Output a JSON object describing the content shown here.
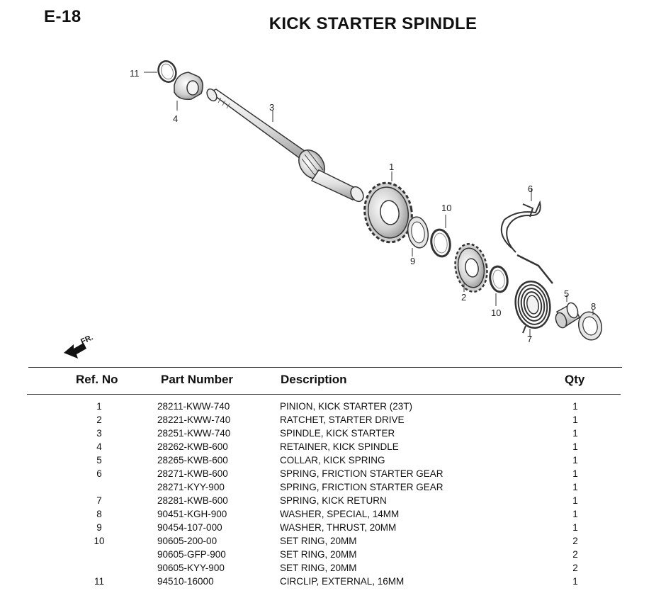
{
  "header": {
    "page_code": "E-18",
    "title": "KICK STARTER SPINDLE"
  },
  "diagram": {
    "callouts": [
      "11",
      "4",
      "3",
      "1",
      "10",
      "9",
      "2",
      "6",
      "10",
      "5",
      "8",
      "7"
    ],
    "direction_label": "FR."
  },
  "table": {
    "columns": {
      "ref": "Ref. No",
      "part": "Part Number",
      "desc": "Description",
      "qty": "Qty"
    },
    "rows": [
      {
        "ref": "1",
        "part": "28211-KWW-740",
        "desc": "PINION, KICK STARTER (23T)",
        "qty": "1"
      },
      {
        "ref": "2",
        "part": "28221-KWW-740",
        "desc": "RATCHET, STARTER DRIVE",
        "qty": "1"
      },
      {
        "ref": "3",
        "part": "28251-KWW-740",
        "desc": "SPINDLE, KICK STARTER",
        "qty": "1"
      },
      {
        "ref": "4",
        "part": "28262-KWB-600",
        "desc": "RETAINER, KICK SPINDLE",
        "qty": "1"
      },
      {
        "ref": "5",
        "part": "28265-KWB-600",
        "desc": "COLLAR, KICK SPRING",
        "qty": "1"
      },
      {
        "ref": "6",
        "part": "28271-KWB-600",
        "desc": "SPRING, FRICTION STARTER GEAR",
        "qty": "1"
      },
      {
        "ref": "",
        "part": "28271-KYY-900",
        "desc": "SPRING, FRICTION STARTER GEAR",
        "qty": "1"
      },
      {
        "ref": "7",
        "part": "28281-KWB-600",
        "desc": "SPRING, KICK RETURN",
        "qty": "1"
      },
      {
        "ref": "8",
        "part": "90451-KGH-900",
        "desc": "WASHER, SPECIAL, 14MM",
        "qty": "1"
      },
      {
        "ref": "9",
        "part": "90454-107-000",
        "desc": "WASHER, THRUST, 20MM",
        "qty": "1"
      },
      {
        "ref": "10",
        "part": "90605-200-00",
        "desc": "SET RING, 20MM",
        "qty": "2"
      },
      {
        "ref": "",
        "part": "90605-GFP-900",
        "desc": "SET RING, 20MM",
        "qty": "2"
      },
      {
        "ref": "",
        "part": "90605-KYY-900",
        "desc": "SET RING, 20MM",
        "qty": "2"
      },
      {
        "ref": "11",
        "part": "94510-16000",
        "desc": "CIRCLIP, EXTERNAL, 16MM",
        "qty": "1"
      }
    ]
  }
}
